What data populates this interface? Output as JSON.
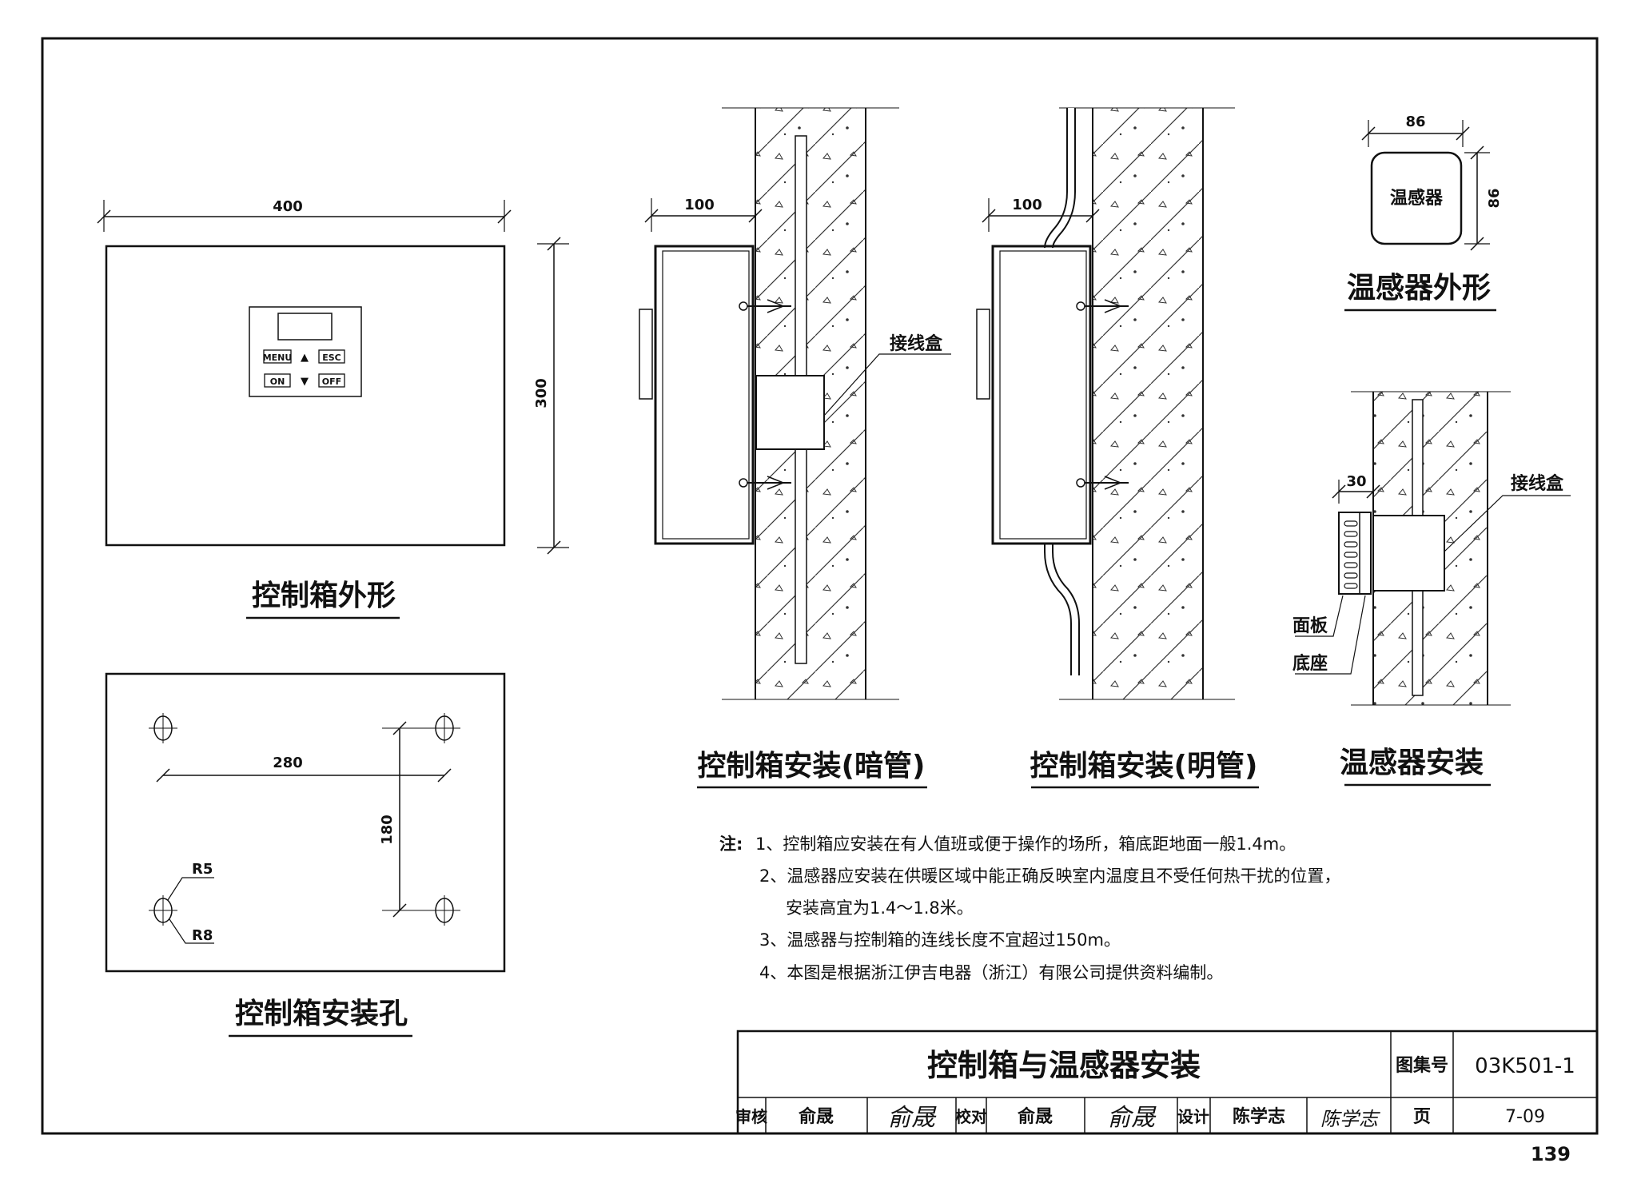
{
  "box_outline": {
    "title": "控制箱外形",
    "width_dim": "400",
    "height_dim": "300",
    "panel_buttons": [
      "MENU",
      "▲",
      "ESC",
      "ON",
      "▼",
      "OFF"
    ]
  },
  "box_holes": {
    "title": "控制箱安装孔",
    "h_spacing": "280",
    "v_spacing": "180",
    "r_small": "R5",
    "r_large": "R8"
  },
  "install_concealed": {
    "title": "控制箱安装(暗管)",
    "offset_dim": "100",
    "junction_label": "接线盒"
  },
  "install_exposed": {
    "title": "控制箱安装(明管)",
    "offset_dim": "100"
  },
  "sensor_outline": {
    "title": "温感器外形",
    "body_label": "温感器",
    "w_dim": "86",
    "h_dim": "86"
  },
  "sensor_install": {
    "title": "温感器安装",
    "depth_dim": "30",
    "junction_label": "接线盒",
    "panel_label": "面板",
    "base_label": "底座"
  },
  "notes": {
    "prefix": "注:",
    "items": [
      "1、控制箱应安装在有人值班或便于操作的场所，箱底距地面一般1.4m。",
      "2、温感器应安装在供暖区域中能正确反映室内温度且不受任何热干扰的位置，",
      "安装高宜为1.4～1.8米。",
      "3、温感器与控制箱的连线长度不宜超过150m。",
      "4、本图是根据浙江伊吉电器（浙江）有限公司提供资料编制。"
    ]
  },
  "title_block": {
    "drawing_title": "控制箱与温感器安装",
    "atlas_label": "图集号",
    "atlas_no": "03K501-1",
    "review_label": "审核",
    "reviewer": "俞晟",
    "reviewer_sig": "俞晟",
    "check_label": "校对",
    "checker": "俞晟",
    "checker_sig": "俞晟",
    "design_label": "设计",
    "designer": "陈学志",
    "designer_sig": "陈学志",
    "page_label": "页",
    "page_no": "7-09"
  },
  "page_number": "139"
}
